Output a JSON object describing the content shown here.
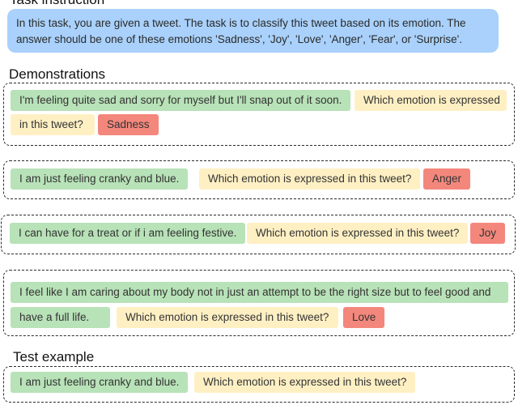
{
  "task_heading": "Task instruction",
  "instruction": "In this task, you are given a tweet. The task is to classify this tweet based on its emotion. The answer should be one of these emotions 'Sadness', 'Joy', 'Love', 'Anger', 'Fear', or 'Surprise'.",
  "demonstrations_heading": "Demonstrations",
  "demonstrations": [
    {
      "text_line1": "I'm feeling quite sad and sorry for myself but I'll snap out of it soon.",
      "question_part1": "Which emotion is expressed",
      "question_part2": "in this tweet?",
      "label": "Sadness"
    },
    {
      "text": "I am just feeling cranky and blue.",
      "question": "Which emotion is expressed in this tweet?",
      "label": "Anger"
    },
    {
      "text": "I can have for a treat or if i am feeling festive.",
      "question": "Which emotion is expressed in this tweet?",
      "label": "Joy"
    },
    {
      "text_line1": "I feel like I am caring about my body not in just an attempt to be the right size but to feel good and",
      "text_line2": "have a full life.",
      "question": "Which emotion is expressed in this tweet?",
      "label": "Love"
    }
  ],
  "test_heading": "Test example",
  "test": {
    "text": "I am just feeling cranky and blue.",
    "question": "Which emotion is expressed in this tweet?"
  },
  "colors": {
    "instruction_bg": "#a9d1fb",
    "tweet_bg": "#b8e2b8",
    "question_bg": "#fff0c4",
    "label_bg": "#f4877c"
  }
}
